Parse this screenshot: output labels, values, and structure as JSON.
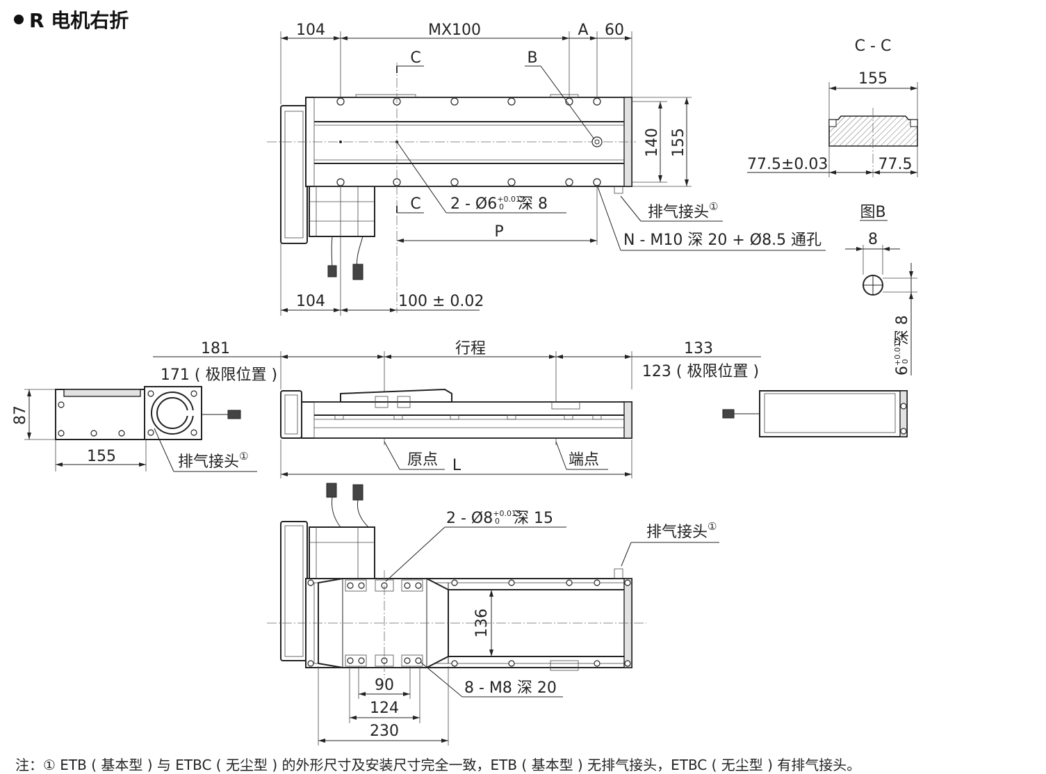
{
  "heading": "R 电机右折",
  "top_view": {
    "dims": {
      "d104_top": "104",
      "mx100": "MX100",
      "a": "A",
      "d60": "60",
      "d140": "140",
      "d155": "155",
      "d104_bottom": "104",
      "d100": "100 ± 0.02",
      "p": "P"
    },
    "labels": {
      "section_c_top": "C",
      "section_c_bottom": "C",
      "b": "B",
      "pin_hole_prefix": "2 - Ø6",
      "pin_hole_tol_upper": "+0.012",
      "pin_hole_tol_lower": "0",
      "pin_hole_suffix": "深 8",
      "exhaust": "排气接头",
      "exhaust_mark": "①",
      "tapped": "N - M10 深 20 + Ø8.5 通孔"
    }
  },
  "section_cc": {
    "title": "C - C",
    "width": "155",
    "offset_tol": "77.5±0.03",
    "offset": "77.5"
  },
  "detail_b": {
    "title": "图B",
    "width": "8",
    "depth_prefix": "6",
    "depth_tol_upper": "+0.012",
    "depth_tol_lower": "0",
    "depth_suffix": "深 8"
  },
  "side_view": {
    "d181": "181",
    "d171": "171 ( 极限位置 )",
    "stroke": "行程",
    "d133": "133",
    "d123": "123 ( 极限位置 )",
    "origin": "原点",
    "end_point": "端点",
    "length": "L"
  },
  "end_view": {
    "height": "87",
    "width": "155",
    "exhaust": "排气接头",
    "exhaust_mark": "①"
  },
  "bottom_view": {
    "pin_hole_prefix": "2 - Ø8",
    "pin_hole_tol_upper": "+0.015",
    "pin_hole_tol_lower": "0",
    "pin_hole_suffix": "深 15",
    "exhaust": "排气接头",
    "exhaust_mark": "①",
    "d136": "136",
    "d90": "90",
    "tapped": "8 - M8 深 20",
    "d124": "124",
    "d230": "230"
  },
  "note": "注：① ETB ( 基本型 ) 与 ETBC ( 无尘型 ) 的外形尺寸及安装尺寸完全一致，ETB ( 基本型 ) 无排气接头，ETBC ( 无尘型 ) 有排气接头。"
}
